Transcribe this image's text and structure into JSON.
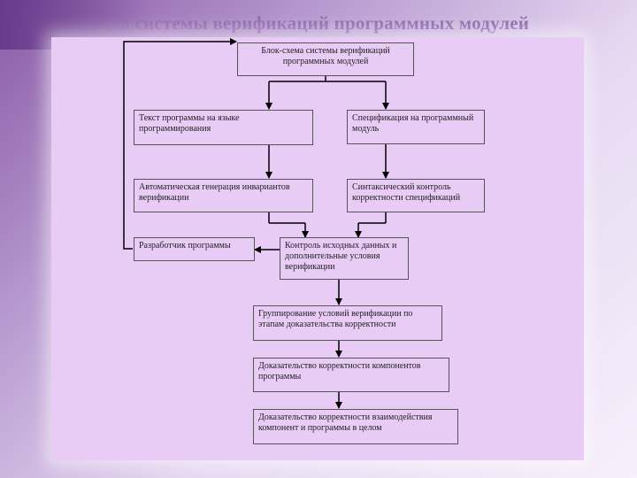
{
  "slide": {
    "title": "ма системы верификаций программных модулей"
  },
  "diagram": {
    "boxes": {
      "top": "Блок-схема системы верификаций программных модулей",
      "source_text": "Текст программы на языке программирования",
      "spec": "Спецификация на программный модуль",
      "auto_gen": "Автоматическая генерация инвариантов верификации",
      "syntax_check": "Синтаксический контроль корректности спецификаций",
      "developer": "Разработчик программы",
      "input_check": "Контроль исходных данных и дополнительные условия верификации",
      "grouping": "Группирование условий верификации по этапам доказательства корректности",
      "proof_components": "Доказательство корректности компонентов программы",
      "proof_interaction": "Доказательство корректности взаимодействия компонент и программы в целом"
    }
  }
}
